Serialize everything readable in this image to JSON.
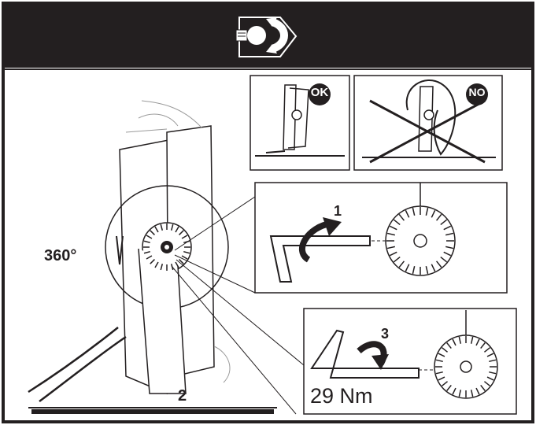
{
  "header": {
    "icon": "lamp-tilt-icon"
  },
  "panels": {
    "ok": {
      "badge": "OK"
    },
    "no": {
      "badge": "NO"
    }
  },
  "main": {
    "rotation_label": "360°",
    "stand_number": "2"
  },
  "steps": {
    "loosen": {
      "number": "1"
    },
    "tighten": {
      "number": "3",
      "torque": "29 Nm"
    }
  },
  "colors": {
    "header_bg": "#231f20",
    "ink": "#231f20",
    "panel_border": "#231f20"
  }
}
